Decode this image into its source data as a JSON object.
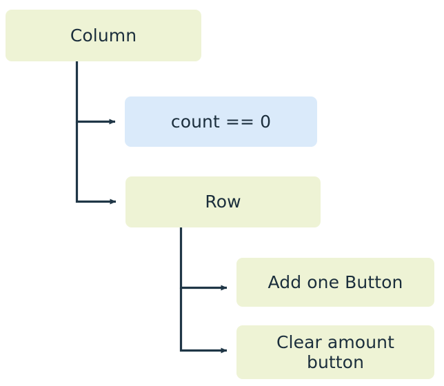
{
  "diagram": {
    "title": "Widget tree diagram",
    "background_color": "#ffffff",
    "palette": {
      "node_green": "#eef3d5",
      "node_blue": "#daeafa",
      "text": "#1b2e3c",
      "edge": "#1f3646"
    },
    "nodes": [
      {
        "id": "column",
        "label": "Column",
        "type": "widget",
        "color": "#eef3d5"
      },
      {
        "id": "count",
        "label": "count == 0",
        "type": "condition",
        "color": "#daeafa"
      },
      {
        "id": "row",
        "label": "Row",
        "type": "widget",
        "color": "#eef3d5"
      },
      {
        "id": "add_one",
        "label": "Add one Button",
        "type": "widget",
        "color": "#eef3d5"
      },
      {
        "id": "clear",
        "label": "Clear amount\nbutton",
        "line1": "Clear amount",
        "line2": "button",
        "type": "widget",
        "color": "#eef3d5"
      }
    ],
    "edges": [
      {
        "from": "column",
        "to": "count",
        "style": "elbow-arrow"
      },
      {
        "from": "column",
        "to": "row",
        "style": "elbow-arrow"
      },
      {
        "from": "row",
        "to": "add_one",
        "style": "elbow-arrow"
      },
      {
        "from": "row",
        "to": "clear",
        "style": "elbow-arrow"
      }
    ]
  }
}
